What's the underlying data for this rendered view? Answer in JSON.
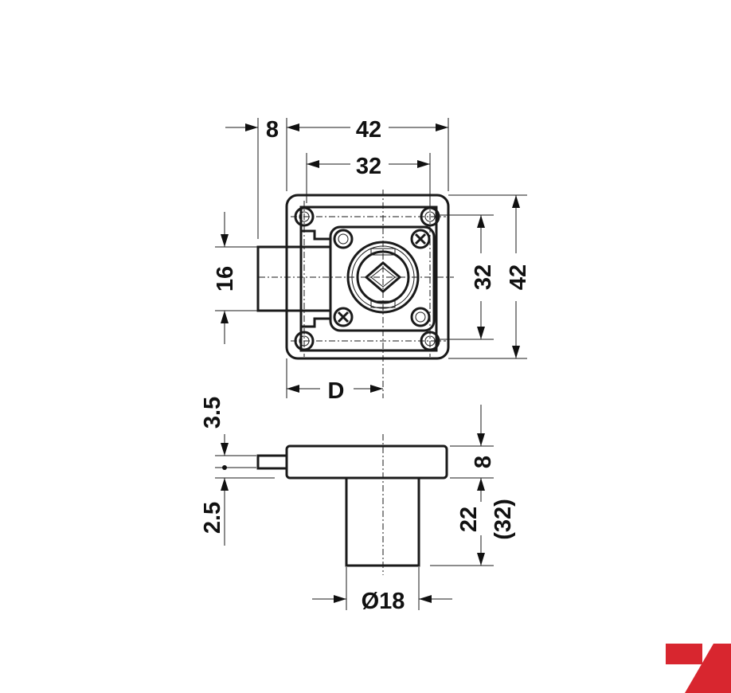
{
  "dimensions": {
    "top_offset": "8",
    "top_width_outer": "42",
    "top_width_inner": "32",
    "left_bolt_height": "16",
    "right_inner_height": "32",
    "right_outer_height": "42",
    "backset": "D",
    "side_top_offset": "3.5",
    "side_bottom_offset": "2.5",
    "side_plate_thickness": "8",
    "cylinder_length": "22",
    "cylinder_length_alt": "(32)",
    "cylinder_diameter": "Ø18"
  },
  "colors": {
    "line": "#1a1a1a",
    "brand_red": "#d8262f"
  },
  "icons": {
    "logo": "brand-logo-icon"
  }
}
